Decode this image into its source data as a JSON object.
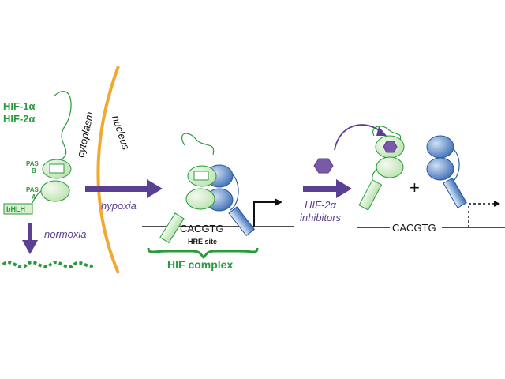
{
  "labels": {
    "hif1": "HIF-1α",
    "hif2": "HIF-2α",
    "cytoplasm": "cytoplasm",
    "nucleus": "nucleus",
    "pas_b": "PAS",
    "pas_b_letter": "B",
    "pas_a": "PAS",
    "pas_a_letter": "A",
    "bhlh": "bHLH",
    "normoxia": "normoxia",
    "hypoxia": "hypoxia",
    "hre_seq": "CACGTG",
    "hre_site": "HRE site",
    "hif_complex": "HIF complex",
    "inhibitors_line1": "HIF-2α",
    "inhibitors_line2": "inhibitors",
    "plus": "+",
    "dna_seq_right": "CACGTG"
  },
  "colors": {
    "hif_green": "#2a9a3c",
    "hif_fill": "#d8efd2",
    "arnt_blue": "#3a6fb8",
    "arnt_fill": "#a9c4e8",
    "arrow_purple": "#5a3f92",
    "membrane_orange": "#f2a933",
    "inhibitor_purple": "#7a5aa6"
  },
  "icons": [
    "hexagon-inhibitor-icon",
    "transcription-arrow-icon",
    "degradation-squiggle-icon"
  ]
}
